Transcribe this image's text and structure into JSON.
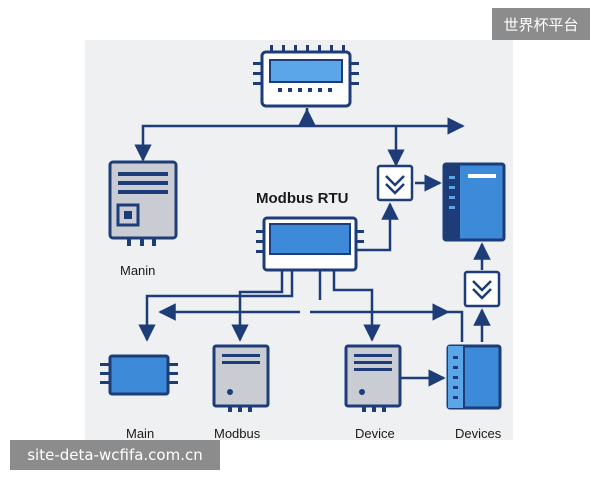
{
  "colors": {
    "navy": "#1d3c78",
    "blue": "#3c8ad8",
    "light_blue": "#5aa6e8",
    "gray": "#c9ccd2",
    "panel": "#eef0f2"
  },
  "labels": {
    "center": "Modbus RTU",
    "left_device": "Manin",
    "bottom_1": "Main",
    "bottom_2": "Modbus",
    "bottom_3": "Device",
    "bottom_4": "Devices"
  },
  "watermarks": {
    "top_right": "世界杯平台",
    "bottom_left": "site-deta-wcfifa.com.cn"
  }
}
